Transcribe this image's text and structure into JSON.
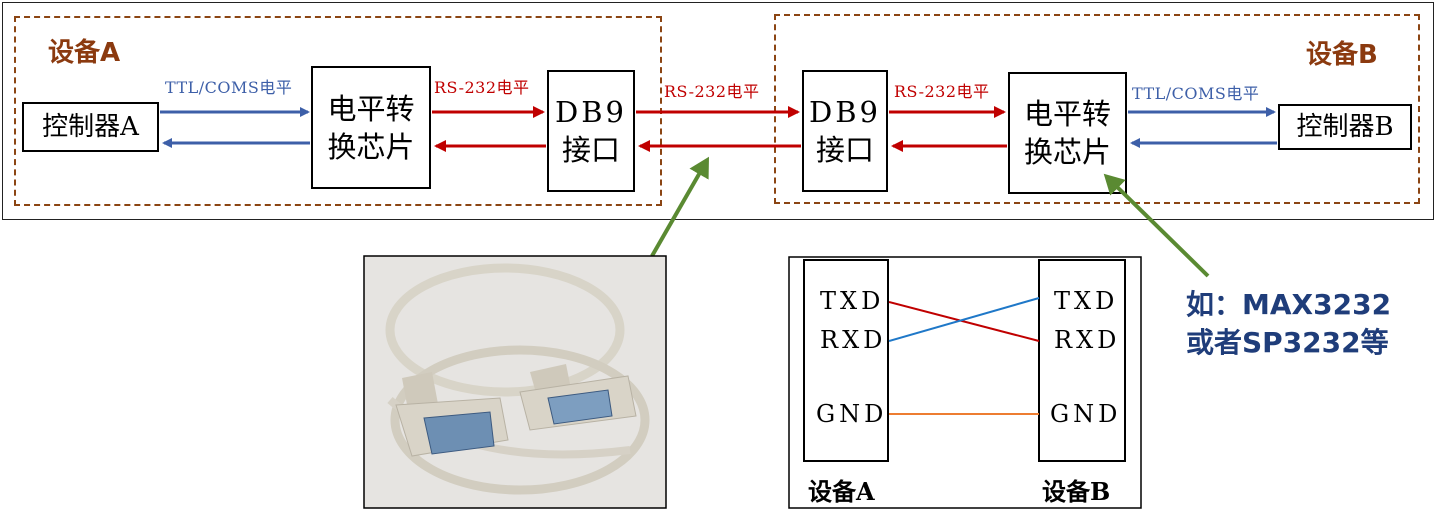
{
  "device_a": {
    "title": "设备A",
    "controller": "控制器A",
    "converter_line1": "电平转",
    "converter_line2": "换芯片",
    "db9_line1": "DB9",
    "db9_line2": "接口",
    "ttl_label": "TTL/COMS电平",
    "rs232_label": "RS-232电平"
  },
  "device_b": {
    "title": "设备B",
    "controller": "控制器B",
    "converter_line1": "电平转",
    "converter_line2": "换芯片",
    "db9_line1": "DB9",
    "db9_line2": "接口",
    "ttl_label": "TTL/COMS电平",
    "rs232_label": "RS-232电平"
  },
  "link_label": "RS-232电平",
  "wiring": {
    "left_pins": [
      "TXD",
      "RXD",
      "GND"
    ],
    "right_pins": [
      "TXD",
      "RXD",
      "GND"
    ],
    "left_device": "设备A",
    "right_device": "设备B"
  },
  "note": {
    "line1": "如：MAX3232",
    "line2": "或者SP3232等"
  },
  "colors": {
    "ttl_arrow": "#3d5fa8",
    "rs232_arrow": "#c00000",
    "pointer": "#5a8a32",
    "frame_dash": "#8B4513",
    "txd_rxd_a": "#c00000",
    "txd_rxd_b": "#1f78c8",
    "gnd": "#ed7d31"
  }
}
